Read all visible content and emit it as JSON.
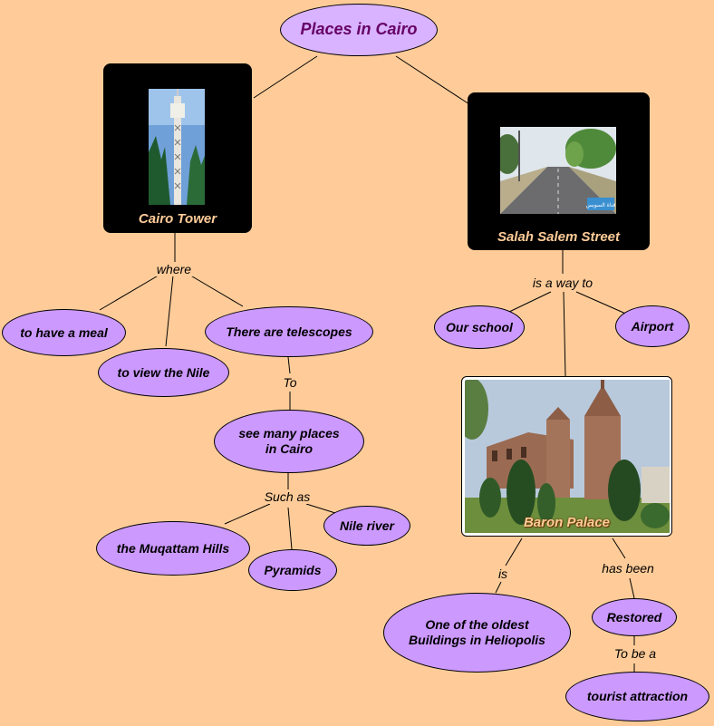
{
  "map_title": "Places in Cairo",
  "cards": {
    "tower": {
      "caption": "Cairo Tower"
    },
    "street": {
      "caption": "Salah Salem Street",
      "sign_text": "قناة السويس"
    },
    "palace": {
      "caption": "Baron Palace"
    }
  },
  "nodes": {
    "meal": "to have a meal",
    "nile_view": "to view the Nile",
    "telescopes": "There are telescopes",
    "many_places": "see many places\nin Cairo",
    "muqattam": "the Muqattam Hills",
    "pyramids": "Pyramids",
    "nile_river": "Nile river",
    "school": "Our school",
    "airport": "Airport",
    "oldest": "One of the oldest\nBuildings in Heliopolis",
    "restored": "Restored",
    "tourist": "tourist attraction"
  },
  "links": {
    "where": "where",
    "to": "To",
    "such_as": "Such as",
    "way_to": "is a way to",
    "is": "is",
    "has_been": "has been",
    "to_be_a": "To be a"
  },
  "colors": {
    "background": "#ffcc99",
    "node_fill": "#cc99ff",
    "title_text": "#660066",
    "card_caption": "#ffcc99"
  }
}
